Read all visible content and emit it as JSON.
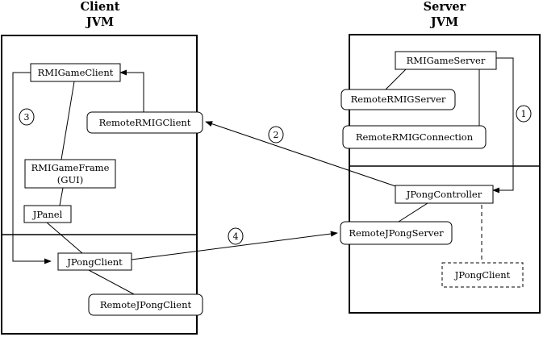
{
  "client": {
    "title": "Client",
    "subtitle": "JVM"
  },
  "server": {
    "title": "Server",
    "subtitle": "JVM"
  },
  "nodes": {
    "rmi_game_client": "RMIGameClient",
    "remote_rmig_client": "RemoteRMIGClient",
    "rmi_game_frame": "RMIGameFrame",
    "rmi_game_frame_sub": "(GUI)",
    "jpanel": "JPanel",
    "jpong_client": "JPongClient",
    "remote_jpong_client": "RemoteJPongClient",
    "rmi_game_server": "RMIGameServer",
    "remote_rmig_server": "RemoteRMIGServer",
    "remote_rmig_connection": "RemoteRMIGConnection",
    "jpong_controller": "JPongController",
    "remote_jpong_server": "RemoteJPongServer",
    "server_jpong_client": "JPongClient"
  },
  "markers": {
    "one": "1",
    "two": "2",
    "three": "3",
    "four": "4"
  }
}
